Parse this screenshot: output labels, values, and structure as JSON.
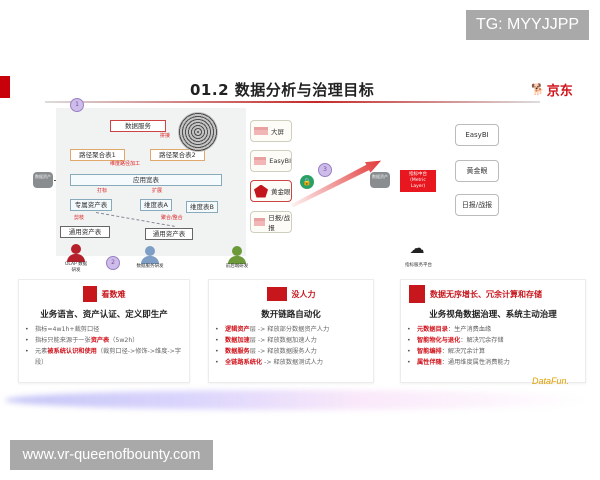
{
  "watermarks": {
    "top": "TG: MYYJJPP",
    "bottom": "www.vr-queenofbounty.com"
  },
  "slide": {
    "title": "01.2 数据分析与治理目标",
    "brand": "京东",
    "brand_icon": "jd-dog-logo",
    "accent_color": "#c8161d"
  },
  "left_diagram": {
    "source_db": "数据资产",
    "data_service": "数据服务",
    "path_table_1": "路径聚合表1",
    "path_table_2": "路径聚合表2",
    "label_combine": "拼接",
    "label_dim_path": "维度路径加工",
    "app_table": "应用宽表",
    "label_tag": "打标",
    "label_expand": "扩展",
    "exclusive_table": "专属资产表",
    "dim_a": "维度表A",
    "dim_b": "维度表B",
    "label_clip": "剪枝",
    "label_agg": "聚合/整合",
    "common_table_1": "通用资产表",
    "common_table_2": "通用资产表",
    "badge_1": "1",
    "badge_2": "2",
    "roles": [
      {
        "label": "OLAP\n数据研发",
        "color": "#b5202a"
      },
      {
        "label": "数据服务研发",
        "color": "#7e9ec5"
      },
      {
        "label": "前后端研发",
        "color": "#6c9a3a"
      }
    ],
    "outputs": [
      {
        "label": "大屏"
      },
      {
        "label": "EasyBI"
      },
      {
        "label": "黄金眼"
      },
      {
        "label": "日报/战报"
      }
    ],
    "badge_3": "3"
  },
  "right_diagram": {
    "source_db": "数据资产",
    "metric_platform": "指标中台\n(Metric\nLayer)",
    "outputs": [
      "EasyBI",
      "黄金眼",
      "日报/战报"
    ],
    "service_platform": "指标服务平台"
  },
  "cards": [
    {
      "tag": "看数难",
      "title": "业务语言、资产认证、定义即生产",
      "items": [
        {
          "pre": "指标=4w1h+裁剪口径",
          "hl": "",
          "post": ""
        },
        {
          "pre": "指标只能来源于一张",
          "hl": "资产表",
          "post": "（5w2h）"
        },
        {
          "pre": "元素",
          "hl": "被系统认识和使用",
          "post": "（裁剪口径->修饰->维度->字段）"
        }
      ]
    },
    {
      "tag": "没人力",
      "title": "数开链路自动化",
      "items": [
        {
          "pre": "",
          "hl": "逻辑资产",
          "post": "层 -> 释放部分数据资产人力"
        },
        {
          "pre": "",
          "hl": "数据加速",
          "post": "层 -> 释放数据加速人力"
        },
        {
          "pre": "",
          "hl": "数据服务",
          "post": "层 -> 释放数据服务人力"
        },
        {
          "pre": "",
          "hl": "全链路系统化",
          "post": " -> 释放数据测试人力"
        }
      ]
    },
    {
      "tag": "数据无序增长、冗余计算和存储",
      "title": "业务视角数据治理、系统主动治理",
      "items": [
        {
          "pre": "",
          "hl": "元数据目录",
          "post": "：生产消费血缘"
        },
        {
          "pre": "",
          "hl": "智能物化与退化",
          "post": "：解决冗余存储"
        },
        {
          "pre": "",
          "hl": "智能编排",
          "post": "：解决冗余计算"
        },
        {
          "pre": "",
          "hl": "属性伴随",
          "post": "：通用维度属性消费能力"
        }
      ]
    }
  ],
  "footer_logo": "DataFun."
}
